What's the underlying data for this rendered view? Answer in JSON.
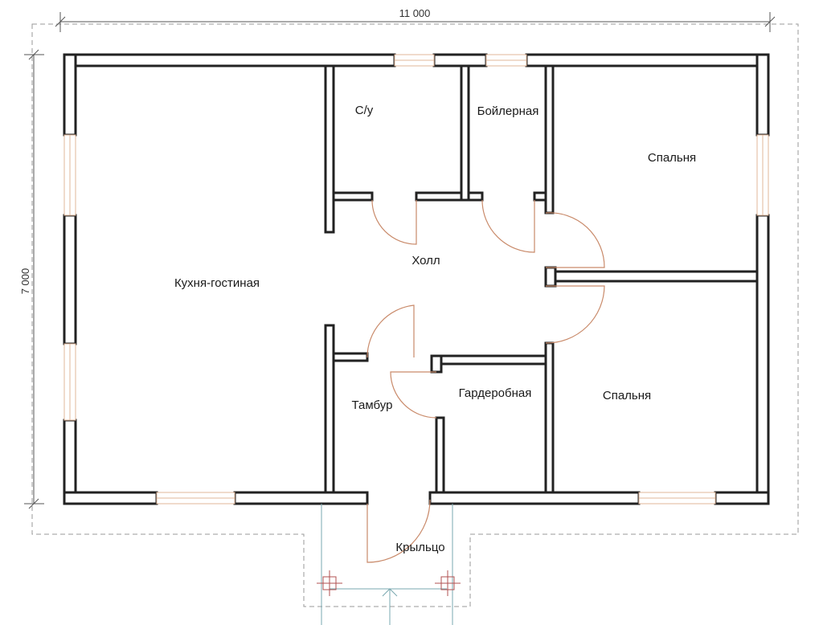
{
  "dimensions": {
    "width_label": "11 000",
    "height_label": "7 000"
  },
  "rooms": [
    {
      "id": "kitchen",
      "label": "Кухня-гостиная"
    },
    {
      "id": "wc",
      "label": "С/у"
    },
    {
      "id": "boiler",
      "label": "Бойлерная"
    },
    {
      "id": "bedroom1",
      "label": "Спальня"
    },
    {
      "id": "hall",
      "label": "Холл"
    },
    {
      "id": "vestibule",
      "label": "Тамбур"
    },
    {
      "id": "wardrobe",
      "label": "Гардеробная"
    },
    {
      "id": "bedroom2",
      "label": "Спальня"
    },
    {
      "id": "porch",
      "label": "Крыльцо"
    }
  ],
  "colors": {
    "wall_stroke": "#222222",
    "door_arc": "#c98a6a",
    "window": "#e0b79a",
    "dashed_outline": "#999999"
  }
}
